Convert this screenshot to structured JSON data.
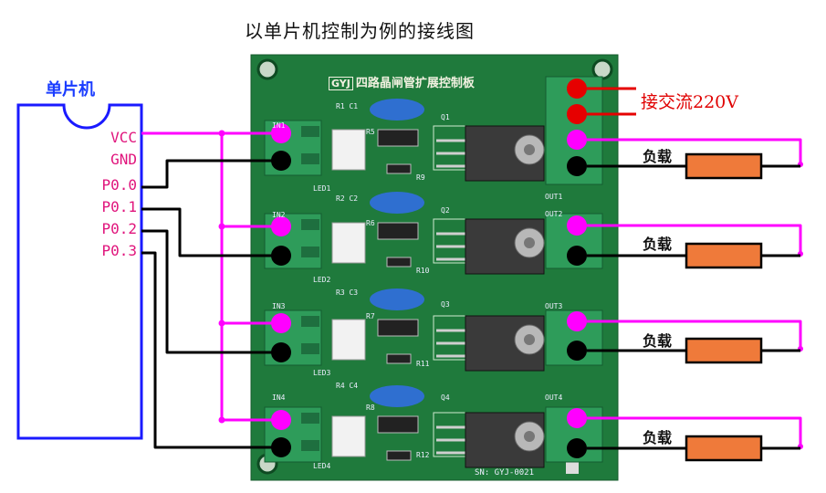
{
  "title": "以单片机控制为例的接线图",
  "mcu": {
    "label": "单片机",
    "pins": [
      "VCC",
      "GND",
      "P0.0",
      "P0.1",
      "P0.2",
      "P0.3"
    ]
  },
  "ac_label": "接交流220V",
  "load_label": "负载",
  "board": {
    "logo": "GYJ",
    "title": "四路晶闸管扩展控制板",
    "inputs": [
      "IN1",
      "IN2",
      "IN3",
      "IN4"
    ],
    "outputs": [
      "OUT1",
      "OUT2",
      "OUT3",
      "OUT4"
    ],
    "leds": [
      "LED1",
      "LED2",
      "LED3",
      "LED4"
    ],
    "caps": [
      "R1 C1",
      "R2 C2",
      "R3 C3",
      "R4 C4"
    ],
    "triacs": [
      "Q1",
      "Q2",
      "Q3",
      "Q4"
    ],
    "res_a": [
      "R5",
      "R6",
      "R7",
      "R8"
    ],
    "res_b": [
      "R9",
      "R10",
      "R11",
      "R12"
    ],
    "sn": "SN: GYJ-0021"
  },
  "colors": {
    "vcc_wire": "#ff00ff",
    "gnd_wire": "#000000",
    "mcu_outline": "#1a1aff",
    "ac_dot": "#e60000",
    "load_fill": "#ef7a3a",
    "board": "#1f7a3c"
  }
}
